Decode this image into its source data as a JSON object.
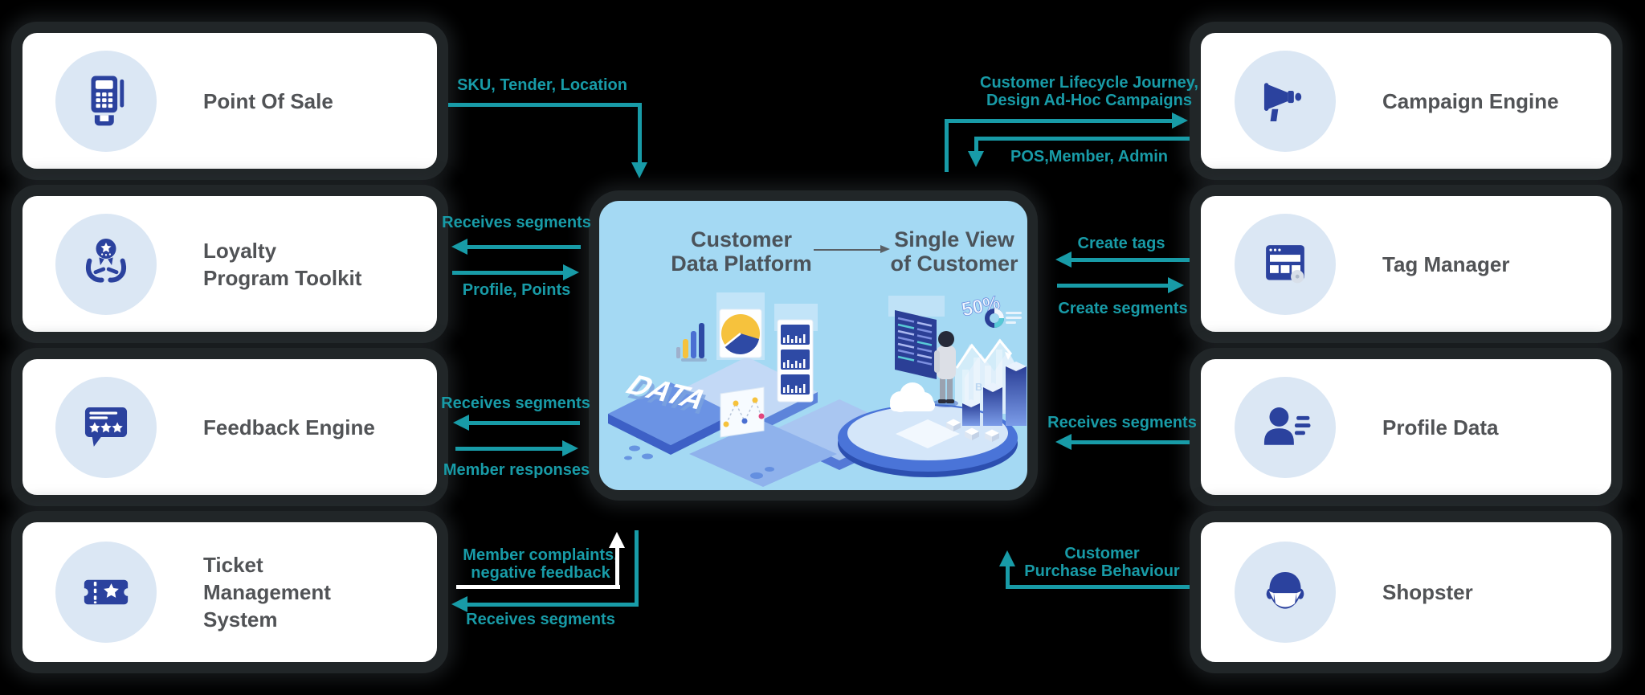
{
  "boxes": {
    "left": [
      {
        "lines": [
          "Point Of Sale"
        ]
      },
      {
        "lines": [
          "Loyalty",
          "Program Toolkit"
        ]
      },
      {
        "lines": [
          "Feedback Engine"
        ]
      },
      {
        "lines": [
          "Ticket",
          "Management",
          "System"
        ]
      }
    ],
    "right": [
      {
        "lines": [
          "Campaign Engine"
        ]
      },
      {
        "lines": [
          "Tag Manager"
        ]
      },
      {
        "lines": [
          "Profile Data"
        ]
      },
      {
        "lines": [
          "Shopster"
        ]
      }
    ]
  },
  "center": {
    "title_left": [
      "Customer",
      "Data Platform"
    ],
    "title_right": [
      "Single View",
      "of Customer"
    ],
    "illustration": {
      "data_label": "DATA",
      "percent_label": "50%"
    }
  },
  "flows": {
    "pos_to_cdp": "SKU, Tender, Location",
    "cdp_to_loyalty": "Receives segments",
    "loyalty_to_cdp": "Profile, Points",
    "cdp_to_feedback": "Receives segments",
    "feedback_to_cdp": "Member responses",
    "ticket_to_cdp": [
      "Member complaints,",
      "negative feedback"
    ],
    "cdp_to_ticket": "Receives segments",
    "cdp_to_campaign": [
      "Customer Lifecycle Journey,",
      "Design Ad-Hoc Campaigns"
    ],
    "campaign_to_cdp": "POS,Member, Admin",
    "tag_to_cdp": "Create tags",
    "cdp_to_tag": "Create segments",
    "cdp_to_profile": "Receives segments",
    "shopster_to_cdp": [
      "Customer",
      "Purchase Behaviour"
    ]
  },
  "colors": {
    "flow_teal": "#189ba7",
    "icon_blue": "#2b429e",
    "box_border": "#212628",
    "center_fill": "#a4d9f3",
    "white_arrow": "#ffffff"
  }
}
